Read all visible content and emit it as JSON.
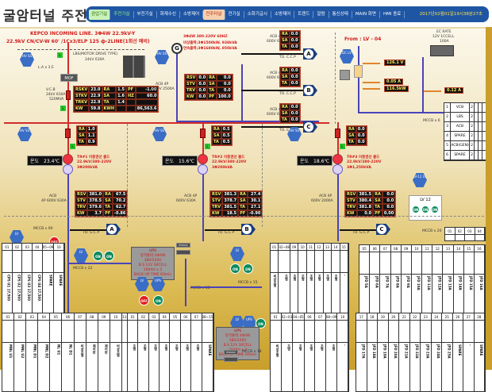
{
  "header": {
    "title": "굴암터널 주전기실",
    "nav": [
      {
        "label": "권업기실",
        "state": "selected-green"
      },
      {
        "label": "주전기실",
        "state": "active-text"
      },
      {
        "label": "부전기실",
        "state": "normal"
      },
      {
        "label": "화재수신",
        "state": "normal"
      },
      {
        "label": "소방제어",
        "state": "normal"
      },
      {
        "label": "전주터널",
        "state": "selected-orange"
      },
      {
        "label": "전기실",
        "state": "normal"
      },
      {
        "label": "소화기급시",
        "state": "normal"
      },
      {
        "label": "소방제어",
        "state": "normal"
      },
      {
        "label": "트렌드",
        "state": "normal"
      },
      {
        "label": "알람",
        "state": "normal"
      },
      {
        "label": "통신상태",
        "state": "normal"
      },
      {
        "label": "MAIN 화면",
        "state": "normal"
      },
      {
        "label": "HMI 종료",
        "state": "normal"
      }
    ],
    "datetime": "2017년02월01일19시38분27초"
  },
  "incoming": {
    "line1": "KEPCO INCOMING LINE.   3Φ4W 22.9kV-Y",
    "line2": "22.9kV CN/CV-W 60' /1Cx3/ELP  125 ф-2LINE(1회선 예비)",
    "lbs": "LBS(MOTOR DRIVE TYPE)",
    "lbs_rating": "24kV 630A",
    "la": "L.A x 3 E",
    "mof": "MOF",
    "vcb": "V.C.B",
    "vcb_rating1": "24kV 630A",
    "vcb_rating2": "520MVA",
    "meter": [
      [
        "RSKV",
        "23.0",
        "RA",
        "1.5",
        "PF",
        "-1.00"
      ],
      [
        "STKV",
        "22.9",
        "SA",
        "1.6",
        "HZ",
        "60.0"
      ],
      [
        "TRKV",
        "22.9",
        "TA",
        "1.4",
        "",
        ""
      ],
      [
        "KW",
        "59.8",
        "KWH",
        "",
        "",
        "86,563.6"
      ]
    ]
  },
  "generator": {
    "symbol": "G",
    "spec1": "3Φ4W 380-220V 60HZ",
    "spec2": "비상출력:3Φ1500kW, 938kVA",
    "spec3": "연속출력:3Φ1680kW, 850kVA",
    "acb_label": "ACB 4P",
    "acb_rating": "600V 2500A",
    "meter": [
      [
        "RSV",
        "0.0",
        "RA",
        "0.0"
      ],
      [
        "STV",
        "0.0",
        "SA",
        "0.0"
      ],
      [
        "TRV",
        "0.0",
        "TA",
        "0.0"
      ],
      [
        "KW",
        "0.0",
        "PF",
        "100.0"
      ]
    ]
  },
  "feeders": [
    {
      "id": "A",
      "acb": "ACB 4P",
      "rating": "600V 630A",
      "meter": [
        [
          "RA",
          "0.0"
        ],
        [
          "SA",
          "0.0"
        ],
        [
          "TA",
          "0.0"
        ]
      ],
      "to": "TO. C.C.P"
    },
    {
      "id": "B",
      "acb": "ACB 4P",
      "rating": "600V 630A",
      "meter": [
        [
          "RA",
          "0.0"
        ],
        [
          "SA",
          "0.0"
        ],
        [
          "TA",
          "0.0"
        ]
      ],
      "to": "TO. C.C.P"
    },
    {
      "id": "C",
      "acb": "ACB 4P",
      "rating": "600V 630A",
      "meter": [
        [
          "RA",
          "0.0"
        ],
        [
          "SA",
          "0.0"
        ],
        [
          "TA",
          "0.0"
        ]
      ],
      "to": "TO. C.C.P"
    }
  ],
  "dc": {
    "from": "From : LV - 04",
    "volt": "126.1 V",
    "amp": "0.05 A",
    "kw": "116.5kW",
    "rack_label1": "EC RATE",
    "rack_label2": "12V 1CCELL",
    "rack_label3": "100A",
    "out_amp": "0.12 A",
    "mccb": "MCCB x 6",
    "table": [
      [
        "1",
        "VCB",
        "2"
      ],
      [
        "2",
        "LBS",
        "2"
      ],
      [
        "3",
        "ACB",
        "2"
      ],
      [
        "4",
        "SPARE",
        "2"
      ],
      [
        "5",
        "ACB(GEN)",
        "2"
      ],
      [
        "6",
        "SPARE",
        "2"
      ]
    ]
  },
  "transformers": [
    {
      "name": "TR#1 이중권선 몰드",
      "spec1": "22.9kV/380-220V",
      "spec2": "3Φ200kVA",
      "temp_label": "온도",
      "temp": "23.4℃",
      "vcb_meter": [
        [
          "RA",
          "1.0"
        ],
        [
          "SA",
          "1.1"
        ],
        [
          "TA",
          "0.9"
        ]
      ],
      "acb": "ACB",
      "acb_rating": "4P 600V 630A",
      "meter": [
        [
          "RSV",
          "381.0",
          "RA",
          "67.5"
        ],
        [
          "STV",
          "378.5",
          "SA",
          "70.2"
        ],
        [
          "TRV",
          "379.6",
          "TA",
          "62.7"
        ],
        [
          "KW",
          "3.7",
          "PF",
          "-0.86"
        ]
      ],
      "to": "A",
      "to_label": "TO. G.C.P"
    },
    {
      "name": "TR#2 이중권선 몰드",
      "spec1": "22.9kV/380-220V",
      "spec2": "3Φ200kVA",
      "temp_label": "온도",
      "temp": "15.6℃",
      "vcb_meter": [
        [
          "RA",
          "0.5"
        ],
        [
          "SA",
          "0.5"
        ],
        [
          "TA",
          "0.5"
        ]
      ],
      "acb": "ACB 4P",
      "acb_rating": "600V 630A",
      "meter": [
        [
          "RSV",
          "381.3",
          "RA",
          "27.4"
        ],
        [
          "STV",
          "378.7",
          "SA",
          "30.1"
        ],
        [
          "TRV",
          "381.5",
          "TA",
          "27.1"
        ],
        [
          "KW",
          "18.5",
          "PF",
          "-0.90"
        ]
      ],
      "to": "B",
      "to_label": "TO. G.C.P"
    },
    {
      "name": "TR#3 이중권선 몰드",
      "spec1": "22.9kV/380-220V",
      "spec2": "3Φ1,250kVA",
      "temp_label": "온도",
      "temp": "18.6℃",
      "vcb_meter": [
        [
          "RA",
          "0.0"
        ],
        [
          "SA",
          "0.0"
        ],
        [
          "TA",
          "0.0"
        ]
      ],
      "acb": "ACB 4P",
      "acb_rating": "600V 2000A",
      "meter": [
        [
          "RSV",
          "381.5",
          "RA",
          "0.0"
        ],
        [
          "STV",
          "380.4",
          "SA",
          "0.0"
        ],
        [
          "TRV",
          "381.8",
          "TA",
          "0.0"
        ],
        [
          "KW",
          "0.0",
          "PF",
          "0.00"
        ]
      ],
      "to": "C",
      "to_label": "TO. G.C.P"
    }
  ],
  "lv12": {
    "title": "LV 12",
    "mccb": "MCCB x 20"
  },
  "ups": [
    {
      "title": "UPS",
      "l1": "정격출력:3Φ4W 380/220V",
      "l2": "B.S 12V 30CELL 100AH x 2",
      "l3": "BACK UP TIME 60min",
      "bypass": "BYPASS",
      "mccb": "MCCB x 15"
    },
    {
      "title": "UPS",
      "l1": "정격출력:3Φ4W 380/220V",
      "l2": "B.S 12V 30CELL 100AH x 2",
      "l3": "BACK UP TIME 60min",
      "bypass": "BYPASS",
      "mccb": "MCCB x 18"
    }
  ],
  "mccb_main": "MCCB x 22",
  "mccb_left": "MCCB x 90",
  "tables": {
    "t1": {
      "cols": [
        "01",
        "02",
        "03",
        "04",
        "05~09",
        "10"
      ],
      "bodies": [
        "CPS U1 17,500",
        "CPS U2 17,500",
        "CPS U3 17,500",
        "CPS U4 17,500",
        "SPARE",
        "SPARE"
      ]
    },
    "t2": {
      "cols": [
        "01",
        "02",
        "03",
        "04",
        "05",
        "06",
        "07",
        "08",
        "09",
        "10",
        "11~22"
      ],
      "bodies": [
        "MNL U1",
        "MNL U2",
        "MNL D1",
        "MNL D2",
        "NL U1",
        "NL D1",
        "비상조명",
        "제어반",
        "제어반",
        "비상조명",
        "-"
      ]
    },
    "t3": {
      "cols": [
        "01",
        "02",
        "03",
        "04",
        "05",
        "06",
        "07",
        "08~15"
      ],
      "bodies": [
        "조명",
        "조명",
        "조명",
        "조명",
        "조명",
        "조명",
        "조명",
        "SPARE"
      ]
    },
    "t4": {
      "cols": [
        "01",
        "02~08",
        "09",
        "10",
        "11",
        "12",
        "13",
        "14",
        "15"
      ],
      "bodies": [
        "비상조명",
        "조명",
        "조명",
        "조명",
        "조명",
        "조명",
        "조명",
        "조명",
        "-"
      ]
    },
    "t5": {
      "cols": [
        "01",
        "02~03",
        "04~05",
        "06",
        "07",
        "08~09",
        "10"
      ],
      "bodies": [
        "비상조명",
        "조명",
        "조명",
        "조명",
        "조명",
        "조명",
        "-"
      ]
    },
    "t6": {
      "cols": [
        "01",
        "02",
        "03",
        "04"
      ],
      "bodies": [
        "JFD",
        "JFD",
        "JFD",
        "JFD"
      ]
    },
    "t7": {
      "cols": [
        "05",
        "06",
        "07",
        "08",
        "09",
        "10",
        "11",
        "12",
        "13",
        "14",
        "15",
        "16"
      ],
      "bodies": [
        "JFD 5A",
        "JFD 6A",
        "JFD 7A",
        "JFD 8A",
        "JFD 9A",
        "JFD 10A",
        "JFD 11A",
        "JFD 12A",
        "JFD 13A",
        "JFD 14A",
        "JFD 15A",
        "JFD 16A"
      ]
    },
    "t8": {
      "cols": [
        "17",
        "18",
        "19",
        "20",
        "21",
        "22",
        "23",
        "24",
        "25",
        "26",
        "27",
        "28"
      ],
      "bodies": [
        "JFD 17A",
        "JFD 18A",
        "JFD 19A",
        "JFD 20A",
        "JFD 21A",
        "JFD 22A",
        "JFD 23A",
        "JFD 24A",
        "JFD 25A",
        "SPARE",
        "-",
        "SPARE"
      ]
    }
  },
  "hex_labels": {
    "hv": "HV SS",
    "lv": "LV",
    "ups": "UPS",
    "dc": "DC LV",
    "lv12": "LV-12 LV"
  },
  "status": {
    "on": "ON",
    "off": "OFF"
  },
  "to_ccp": "TO. C.C.P"
}
